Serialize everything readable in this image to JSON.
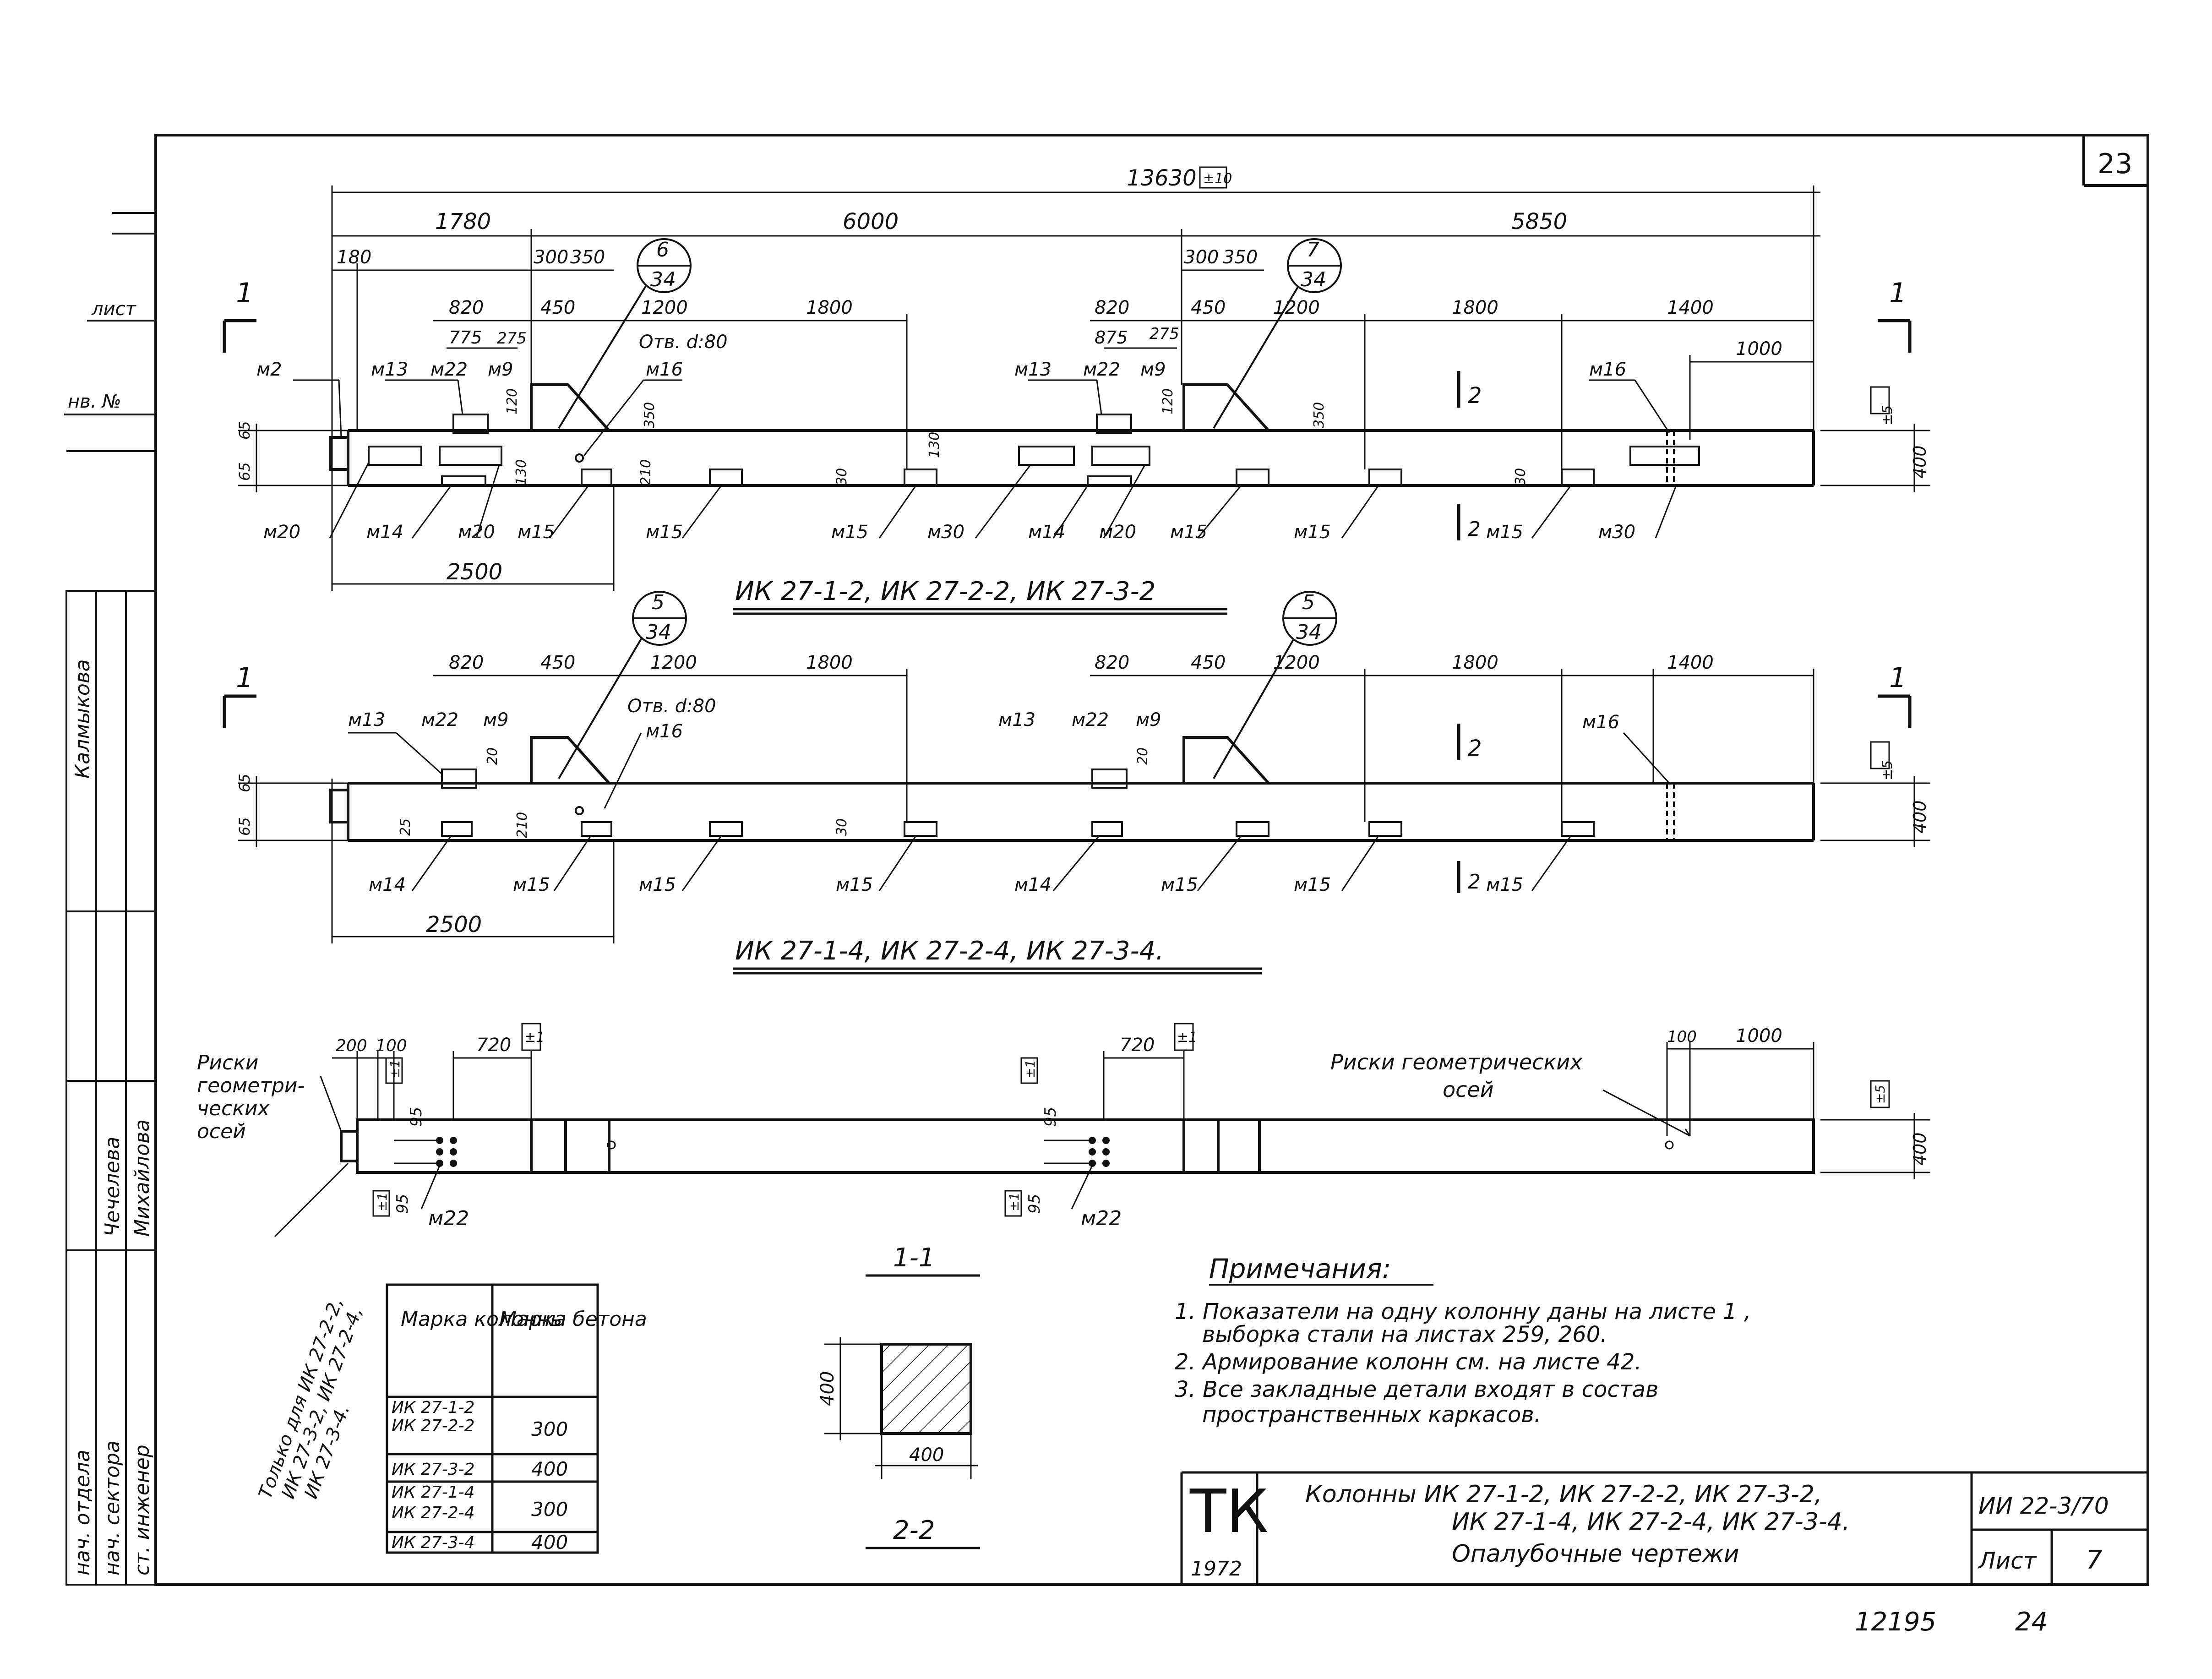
{
  "sheet_number": "23",
  "side_labels": [
    "лист",
    "нв. №"
  ],
  "plan1": {
    "overall": "13630",
    "overall_tol": "±10",
    "dims_top": [
      "1780",
      "6000",
      "5850"
    ],
    "dim_180": "180",
    "dims_left_a": [
      "300",
      "350"
    ],
    "dims_left_b": [
      "820",
      "450",
      "1200",
      "1800"
    ],
    "dims_left_c": [
      "775",
      "275"
    ],
    "dims_right_a": [
      "300",
      "350"
    ],
    "dims_right_b": [
      "820",
      "450",
      "1200",
      "1800",
      "1400"
    ],
    "dims_right_c": [
      "875",
      "275"
    ],
    "dim_1000": "1000",
    "callout_a": {
      "top": "6",
      "bottom": "34"
    },
    "callout_b": {
      "top": "7",
      "bottom": "34"
    },
    "hole": "Отв. d:80",
    "small_dims": [
      "65",
      "65",
      "120",
      "350",
      "130",
      "210",
      "130",
      "30",
      "30",
      "120",
      "350"
    ],
    "height": "400",
    "tol5": "±5",
    "section": "1",
    "section2": "2",
    "dim_2500": "2500",
    "title": "ИК 27-1-2, ИК 27-2-2, ИК 27-3-2",
    "marks_top": [
      "м2",
      "м13",
      "м22",
      "м9",
      "м16",
      "м13",
      "м22",
      "м9",
      "м16"
    ],
    "marks_bottom": [
      "м20",
      "м14",
      "м20",
      "м15",
      "м15",
      "м15",
      "м30",
      "м14",
      "м20",
      "м15",
      "м15",
      "м15",
      "м30"
    ]
  },
  "plan2": {
    "dims_left": [
      "820",
      "450",
      "1200",
      "1800"
    ],
    "dims_right": [
      "820",
      "450",
      "1200",
      "1800",
      "1400"
    ],
    "callout_a": {
      "top": "5",
      "bottom": "34"
    },
    "callout_b": {
      "top": "5",
      "bottom": "34"
    },
    "hole": "Отв. d:80",
    "small_dims": [
      "65",
      "65",
      "20",
      "25",
      "210",
      "30",
      "20"
    ],
    "height": "400",
    "tol5": "±5",
    "section": "1",
    "section2": "2",
    "dim_2500": "2500",
    "title": "ИК 27-1-4, ИК 27-2-4, ИК 27-3-4.",
    "marks_top": [
      "м13",
      "м22",
      "м9",
      "м16",
      "м13",
      "м22",
      "м9",
      "м16"
    ],
    "marks_bottom": [
      "м14",
      "м15",
      "м15",
      "м15",
      "м14",
      "м15",
      "м15",
      "м15"
    ]
  },
  "elevation": {
    "dims": [
      "200",
      "100",
      "720",
      "720",
      "100",
      "1000"
    ],
    "tol1": "±1",
    "tol5": "±5",
    "d95": "95",
    "height": "400",
    "marks": [
      "м22",
      "м22"
    ],
    "label_left": [
      "Риски",
      "геометри-",
      "ческих",
      "осей"
    ],
    "label_right": [
      "Риски геометрических",
      "осей"
    ],
    "only_note": [
      "Только для ИК 27-2-2,",
      "ИК 27-3-2, ИК 27-2-4,",
      "ИК 27-3-4."
    ]
  },
  "grade_table": {
    "headers": [
      "Марка колонны",
      "Марка бетона"
    ],
    "rows": [
      {
        "cols": [
          "ИК 27-1-2",
          "ИК 27-2-2"
        ],
        "grade": "300"
      },
      {
        "cols": [
          "ИК 27-3-2"
        ],
        "grade": "400"
      },
      {
        "cols": [
          "ИК 27-1-4",
          "ИК 27-2-4"
        ],
        "grade": "300"
      },
      {
        "cols": [
          "ИК 27-3-4"
        ],
        "grade": "400"
      }
    ]
  },
  "section": {
    "label_top": "1-1",
    "label_bottom": "2-2",
    "dim_v": "400",
    "dim_h": "400"
  },
  "notes": {
    "heading": "Примечания:",
    "lines": [
      "1. Показатели на одну колонну даны на листе 1 ,",
      "выборка стали на листах 259, 260.",
      "2. Армирование колонн см. на листе 42.",
      "3. Все закладные детали входят в состав",
      "пространственных каркасов."
    ]
  },
  "title_block": {
    "logo": "ТК",
    "year": "1972",
    "lines": [
      "Колонны ИК 27-1-2, ИК 27-2-2, ИК 27-3-2,",
      "ИК 27-1-4, ИК 27-2-4, ИК 27-3-4.",
      "Опалубочные чертежи"
    ],
    "code": "ИИ 22-3/70",
    "sheet_label": "Лист",
    "sheet_value": "7"
  },
  "bottom_numbers": [
    "12195",
    "24"
  ],
  "stamp": {
    "roles": [
      "нач. отдела",
      "нач. сектора",
      "ст. инженер"
    ],
    "names": [
      "Калмыкова",
      "Чечелева",
      "Михайлова"
    ]
  }
}
